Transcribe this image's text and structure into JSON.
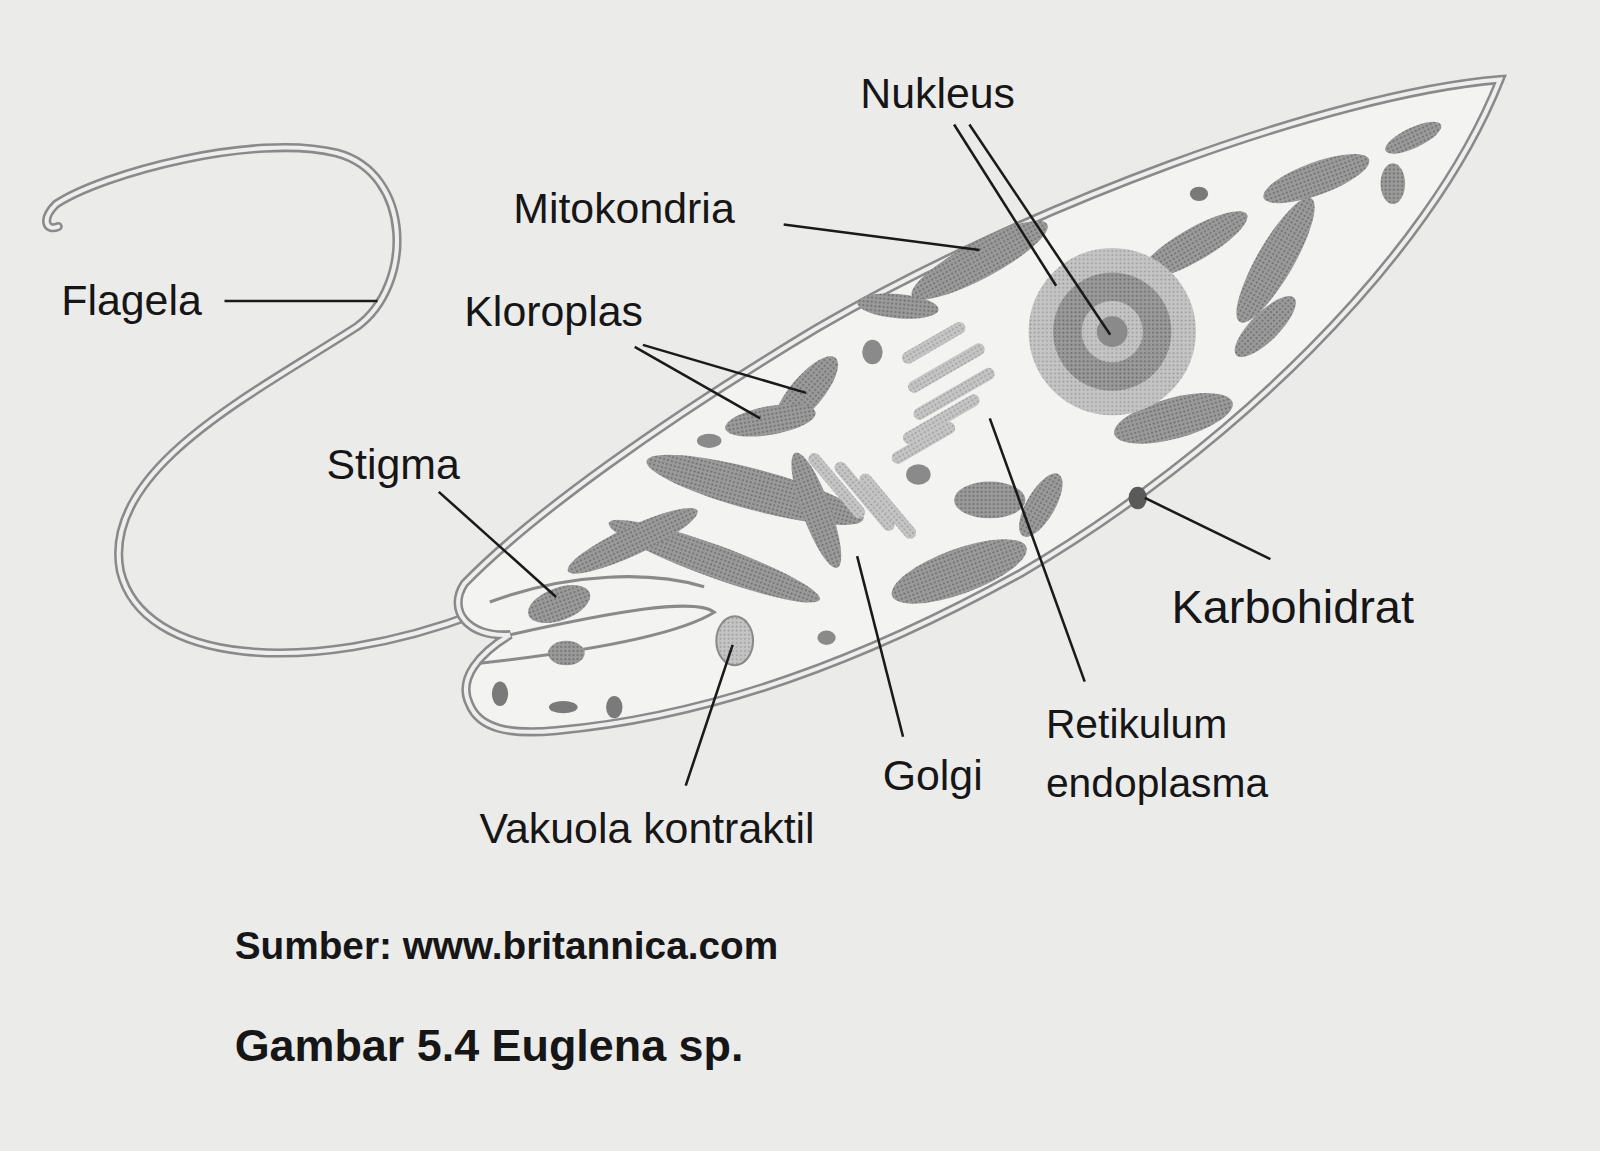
{
  "diagram": {
    "caption": "Gambar 5.4 Euglena sp.",
    "labels": [
      "Nukleus",
      "Mitokondria",
      "Flagela",
      "Kloroplas",
      "Stigma",
      "Karbohidrat",
      "Retikulum endoplasma",
      "Golgi",
      "Vakuola kontraktil",
      "Sumber: www.britannica.com"
    ]
  }
}
